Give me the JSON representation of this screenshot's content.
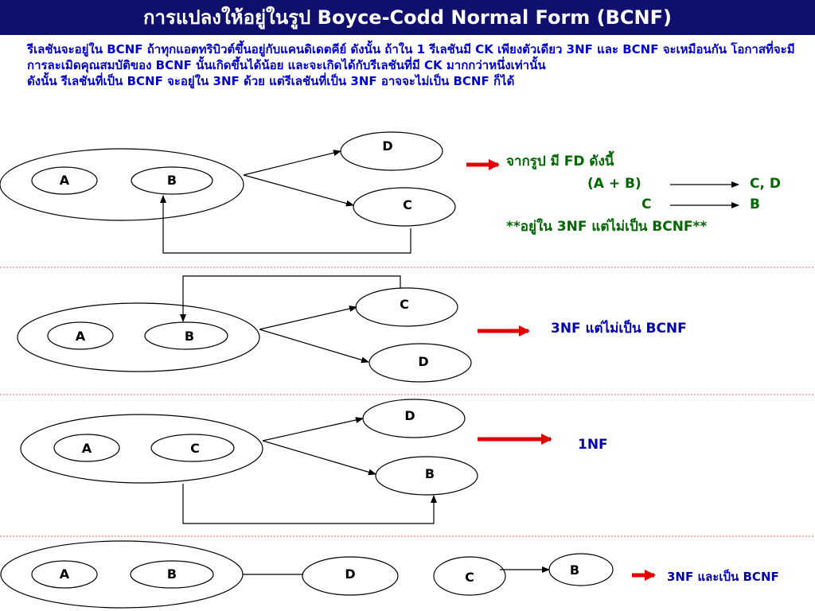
{
  "title": "การแปลงให้อยู่ในรูป Boyce-Codd Normal Form (BCNF)",
  "intro": {
    "line1": "รีเลชันจะอยู่ใน BCNF ถ้าทุกแอตทริบิวต์ขึ้นอยู่กับแคนดิเดตคีย์ ดังนั้น ถ้าใน 1 รีเลชันมี CK เพียงตัวเดียว 3NF และ BCNF จะเหมือนกัน โอกาสที่จะมีการละเมิดคุณสมบัติของ BCNF นั้นเกิดขึ้นได้น้อย และจะเกิดได้กับรีเลชันที่มี CK มากกว่าหนึ่งเท่านั้น",
    "line2": "ดังนั้น รีเลชันที่เป็น BCNF จะอยู่ใน 3NF ด้วย แต่รีเลชันที่เป็น 3NF อาจจะไม่เป็น BCNF ก็ได้"
  },
  "colors": {
    "title_bg": "#0f0f6e",
    "intro_text": "#0000cc",
    "arrow": "#e00000",
    "divider": "#e06060",
    "note_green": "#006600",
    "note_blue": "#0000aa"
  },
  "diagram1": {
    "a": "A",
    "b": "B",
    "d": "D",
    "c": "C",
    "note_title": "จากรูป มี FD ดังนี้",
    "fd1_lhs": "(A +  B)",
    "fd1_rhs": "C, D",
    "fd2_lhs": "C",
    "fd2_rhs": "B",
    "note_result": "**อยู่ใน 3NF แต่ไม่เป็น BCNF**"
  },
  "diagram2": {
    "a": "A",
    "b": "B",
    "c": "C",
    "d": "D",
    "result": "3NF แต่ไม่เป็น BCNF"
  },
  "diagram3": {
    "a": "A",
    "c": "C",
    "d": "D",
    "b": "B",
    "result": "1NF"
  },
  "diagram4": {
    "a": "A",
    "b": "B",
    "d": "D",
    "c": "C",
    "b2": "B",
    "result": "3NF และเป็น BCNF"
  }
}
